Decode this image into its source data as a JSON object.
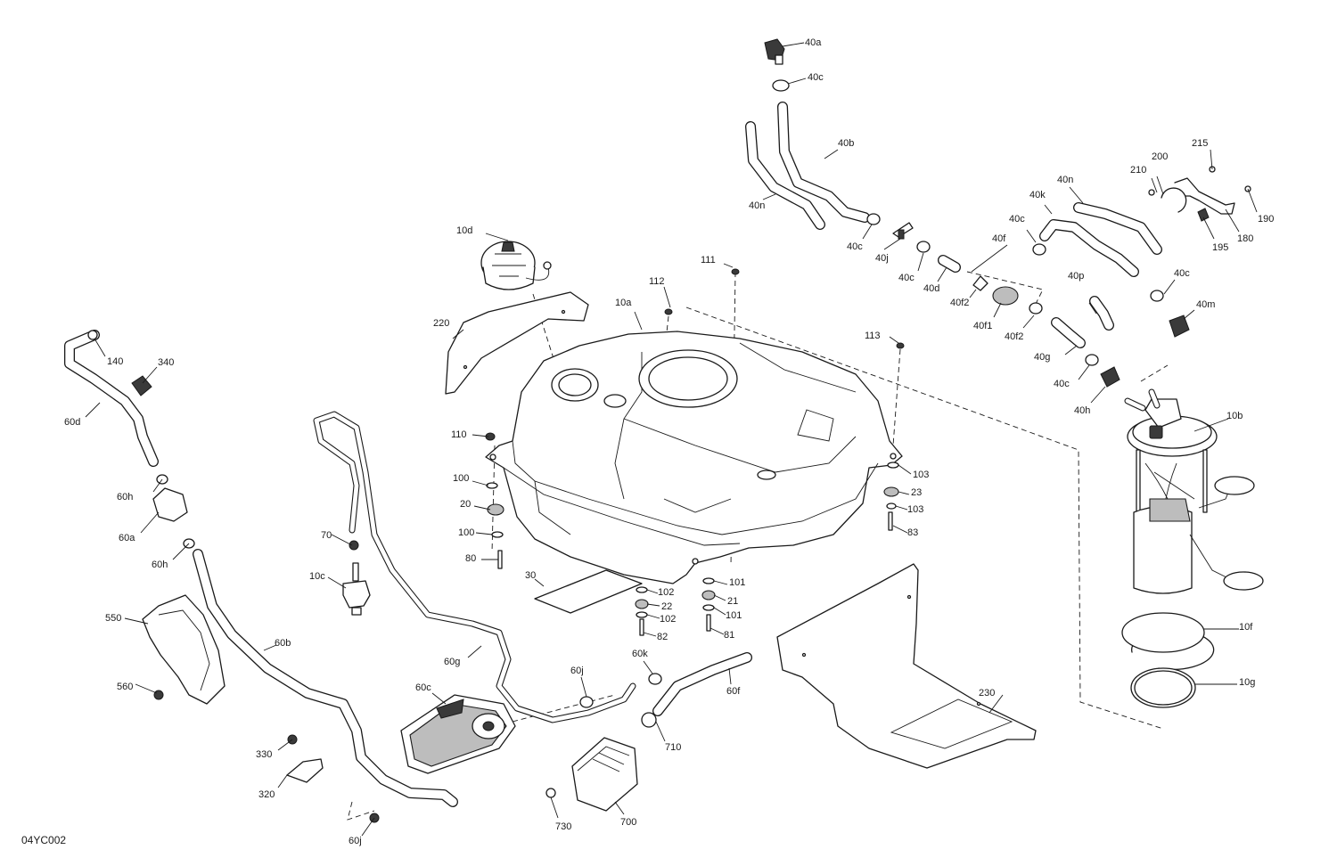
{
  "drawing_reference": "04YC002",
  "callouts": {
    "c10a": "10a",
    "c10b": "10b",
    "c10c": "10c",
    "c10d": "10d",
    "c10f": "10f",
    "c10g": "10g",
    "c20": "20",
    "c21": "21",
    "c22": "22",
    "c23": "23",
    "c30": "30",
    "c40a": "40a",
    "c40b": "40b",
    "c40c_1": "40c",
    "c40c_2": "40c",
    "c40c_3": "40c",
    "c40c_4": "40c",
    "c40c_5": "40c",
    "c40c_6": "40c",
    "c40d": "40d",
    "c40f": "40f",
    "c40f1": "40f1",
    "c40f2_1": "40f2",
    "c40f2_2": "40f2",
    "c40g": "40g",
    "c40h": "40h",
    "c40j": "40j",
    "c40k": "40k",
    "c40m": "40m",
    "c40n_1": "40n",
    "c40n_2": "40n",
    "c40p": "40p",
    "c60a": "60a",
    "c60b": "60b",
    "c60c": "60c",
    "c60d": "60d",
    "c60f": "60f",
    "c60g": "60g",
    "c60h_1": "60h",
    "c60h_2": "60h",
    "c60j_1": "60j",
    "c60j_2": "60j",
    "c60k": "60k",
    "c70": "70",
    "c80": "80",
    "c81": "81",
    "c82": "82",
    "c83": "83",
    "c100_1": "100",
    "c100_2": "100",
    "c101_1": "101",
    "c101_2": "101",
    "c102_1": "102",
    "c102_2": "102",
    "c103_1": "103",
    "c103_2": "103",
    "c110": "110",
    "c111": "111",
    "c112": "112",
    "c113": "113",
    "c140": "140",
    "c180": "180",
    "c190": "190",
    "c195": "195",
    "c200": "200",
    "c210": "210",
    "c215": "215",
    "c220": "220",
    "c230": "230",
    "c320": "320",
    "c330": "330",
    "c340": "340",
    "c550": "550",
    "c560": "560",
    "c700": "700",
    "c710": "710",
    "c730": "730"
  }
}
